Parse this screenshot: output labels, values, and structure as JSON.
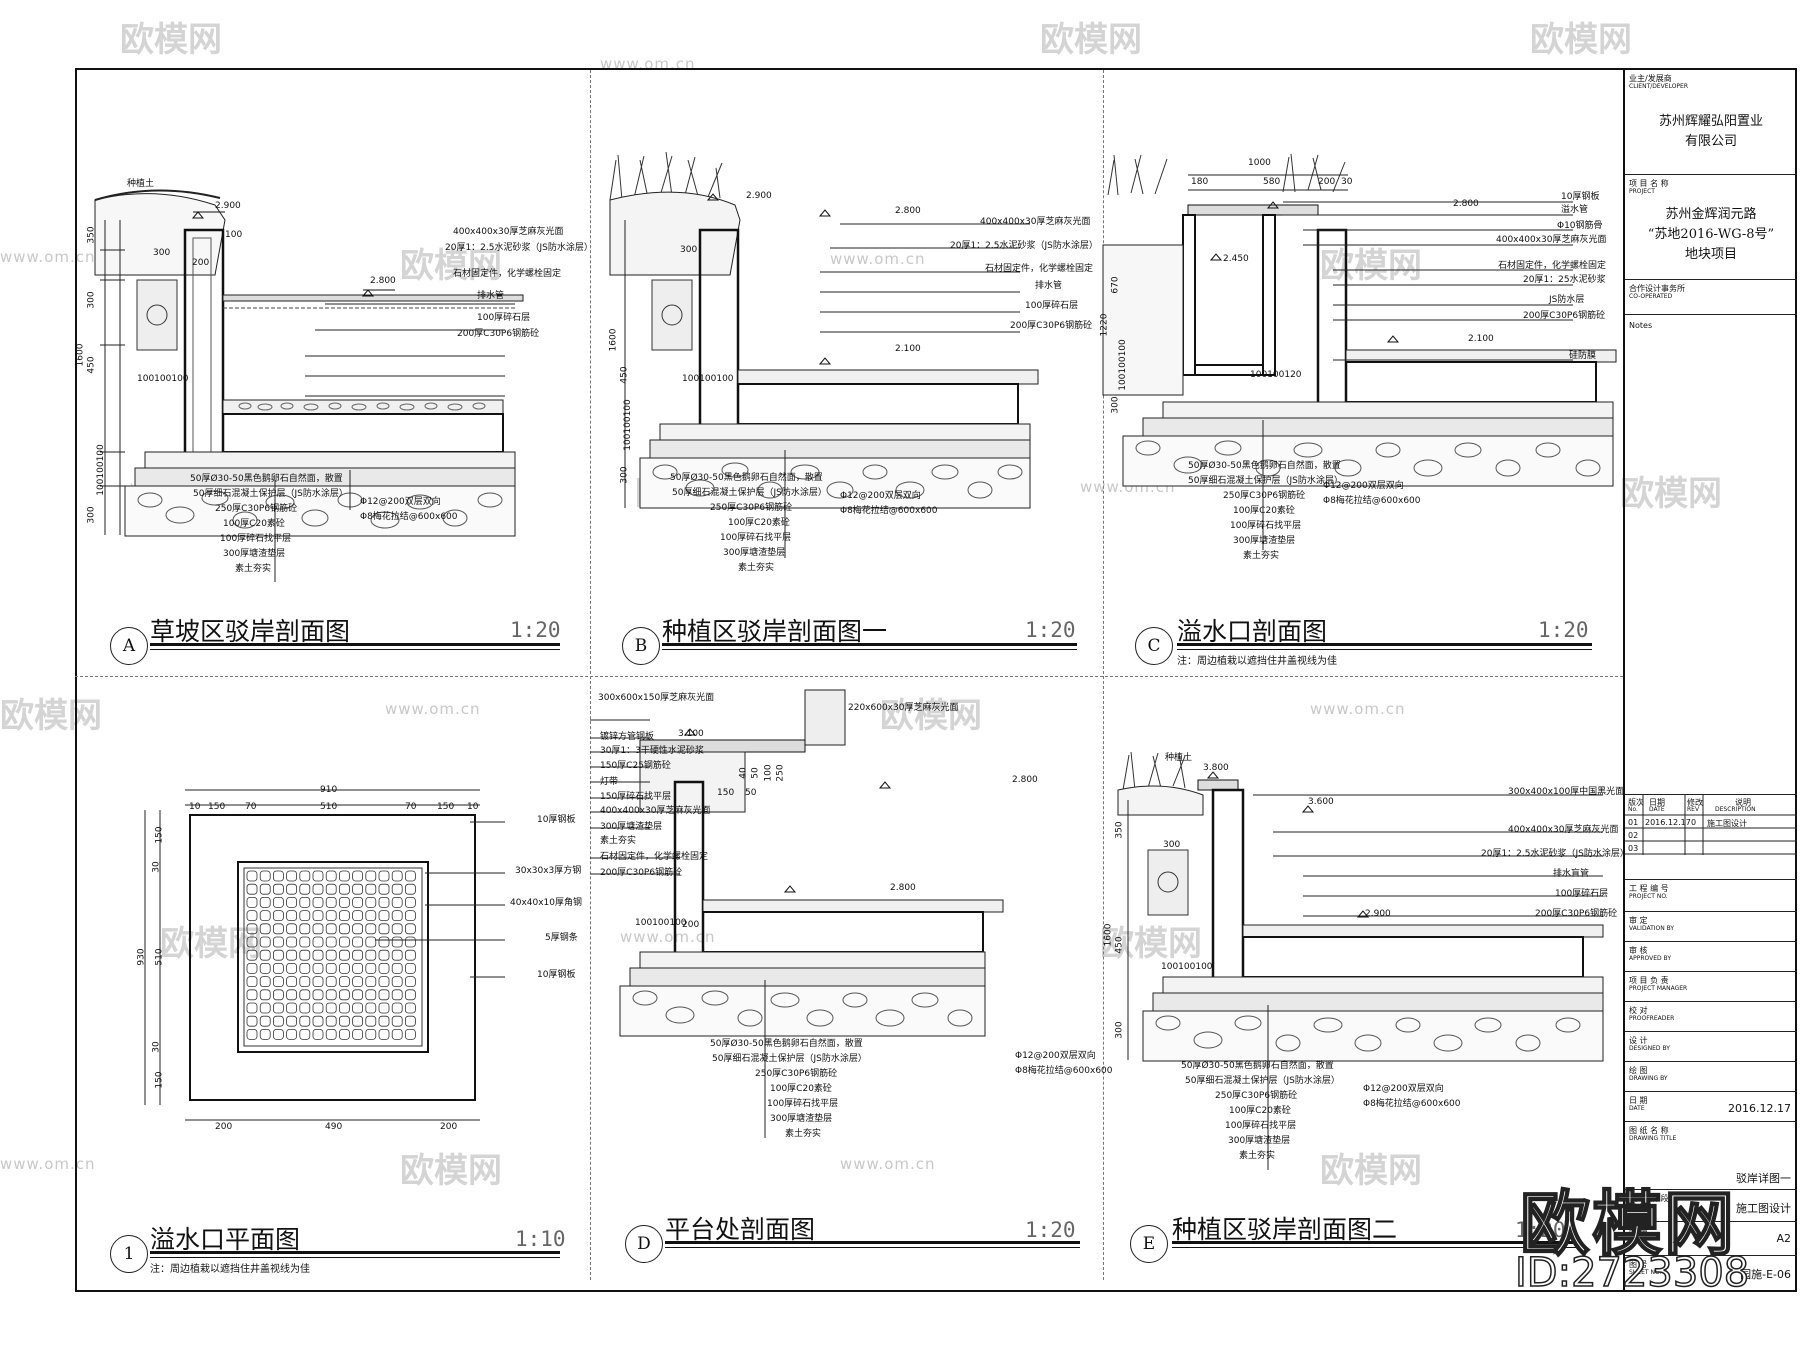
{
  "watermark": {
    "logo": "欧模网",
    "site": "www.om.cn"
  },
  "views": [
    {
      "id": "A",
      "title": "草坡区驳岸剖面图",
      "scale": "1:20",
      "note": ""
    },
    {
      "id": "B",
      "title": "种植区驳岸剖面图一",
      "scale": "1:20",
      "note": ""
    },
    {
      "id": "C",
      "title": "溢水口剖面图",
      "scale": "1:20",
      "note": "注：周边植栽以遮挡住井盖视线为佳"
    },
    {
      "id": "1",
      "title": "溢水口平面图",
      "scale": "1:10",
      "note": "注：周边植栽以遮挡住井盖视线为佳"
    },
    {
      "id": "D",
      "title": "平台处剖面图",
      "scale": "1:20",
      "note": ""
    },
    {
      "id": "E",
      "title": "种植区驳岸剖面图二",
      "scale": "1:20",
      "note": ""
    }
  ],
  "sectionA": {
    "top_label": "种植土",
    "elevations": [
      "2.900",
      "2.800"
    ],
    "dims_left": [
      "350",
      "300",
      "450",
      "1600",
      "100100100",
      "300"
    ],
    "dims_inner": [
      "300",
      "200",
      "100"
    ],
    "bottom_dim": "100100100",
    "labels_right": [
      "400x400x30厚芝麻灰光面",
      "20厚1：2.5水泥砂浆（JS防水涂层）",
      "石材固定件，化学螺栓固定",
      "排水管",
      "100厚碎石层",
      "200厚C30P6钢筋砼"
    ],
    "labels_bottom": [
      "50厚Ø30-50黑色鹅卵石自然面，散置",
      "50厚细石混凝土保护层（JS防水涂层）",
      "250厚C30P6钢筋砼",
      "100厚C20素砼",
      "100厚碎石找平层",
      "300厚塘渣垫层",
      "素土夯实"
    ],
    "rebar": [
      "Φ12@200双层双向",
      "Φ8梅花拉结@600x600"
    ]
  },
  "sectionB": {
    "elevations": [
      "2.900",
      "2.800",
      "2.100"
    ],
    "dims_left": [
      "300",
      "1600",
      "450",
      "300",
      "100100100"
    ],
    "bottom_dim": "100100100",
    "labels_right": [
      "400x400x30厚芝麻灰光面",
      "20厚1：2.5水泥砂浆（JS防水涂层）",
      "石材固定件，化学螺栓固定",
      "排水管",
      "100厚碎石层",
      "200厚C30P6钢筋砼"
    ],
    "labels_bottom": [
      "50厚Ø30-50黑色鹅卵石自然面，散置",
      "50厚细石混凝土保护层（JS防水涂层）",
      "250厚C30P6钢筋砼",
      "100厚C20素砼",
      "100厚碎石找平层",
      "300厚塘渣垫层",
      "素土夯实"
    ],
    "rebar": [
      "Φ12@200双层双向",
      "Φ8梅花拉结@600x600"
    ]
  },
  "sectionC": {
    "top_dims": [
      "1000",
      "180",
      "580",
      "200",
      "30"
    ],
    "elevations": [
      "2.800",
      "2.450",
      "2.100"
    ],
    "dims_left": [
      "670",
      "1220",
      "100100100",
      "300"
    ],
    "bottom_dim": "100100120",
    "labels_right": [
      "10厚钢板",
      "溢水管",
      "Φ10钢筋骨",
      "400x400x30厚芝麻灰光面",
      "石材固定件，化学螺栓固定",
      "20厚1：25水泥砂浆",
      "JS防水层",
      "200厚C30P6钢筋砼",
      "硅防膜"
    ],
    "labels_bottom": [
      "50厚Ø30-50黑色鹅卵石自然面，散置",
      "50厚细石混凝土保护层（JS防水涂层）",
      "250厚C30P6钢筋砼",
      "100厚C20素砼",
      "100厚碎石找平层",
      "300厚塘渣垫层",
      "素土夯实"
    ],
    "rebar": [
      "Φ12@200双层双向",
      "Φ8梅花拉结@600x600"
    ]
  },
  "plan1": {
    "top_total": "910",
    "top_parts": [
      "10",
      "150",
      "70",
      "510",
      "70",
      "150",
      "10"
    ],
    "left_total": "930",
    "left_parts": [
      "150",
      "30",
      "510",
      "30",
      "150"
    ],
    "bottom_parts": [
      "200",
      "490",
      "200"
    ],
    "labels_right": [
      "10厚钢板",
      "30x30x3厚方钢",
      "40x40x10厚角钢",
      "5厚钢条",
      "10厚钢板"
    ]
  },
  "sectionD": {
    "labels_top": [
      "300x600x150厚芝麻灰光面",
      "220x600x30厚芝麻灰光面"
    ],
    "labels_left": [
      "镀锌方管钢板",
      "30厚1：3干硬性水泥砂浆",
      "150厚C25钢筋砼",
      "灯带",
      "150厚碎石找平层",
      "400x400x30厚芝麻灰光面",
      "300厚塘渣垫层",
      "素土夯实",
      "石材固定件，化学螺栓固定",
      "200厚C30P6钢筋砼"
    ],
    "elevations": [
      "3.100",
      "2.800",
      "2.800"
    ],
    "dims": [
      "40",
      "50",
      "100",
      "250",
      "150",
      "50",
      "100100100",
      "200"
    ],
    "labels_bottom": [
      "50厚Ø30-50黑色鹅卵石自然面，散置",
      "50厚细石混凝土保护层（JS防水涂层）",
      "250厚C30P6钢筋砼",
      "100厚C20素砼",
      "100厚碎石找平层",
      "300厚塘渣垫层",
      "素土夯实"
    ],
    "rebar": [
      "Φ12@200双层双向",
      "Φ8梅花拉结@600x600"
    ]
  },
  "sectionE": {
    "top_label": "种植土",
    "elevations": [
      "3.800",
      "3.600",
      "2.900"
    ],
    "dims_left": [
      "350",
      "300",
      "1600",
      "450",
      "100100100",
      "300"
    ],
    "labels_right": [
      "300x400x100厚中国黑光面",
      "400x400x30厚芝麻灰光面",
      "20厚1：2.5水泥砂浆（JS防水涂层）",
      "排水盲管",
      "100厚碎石层",
      "200厚C30P6钢筋砼"
    ],
    "labels_bottom": [
      "50厚Ø30-50黑色鹅卵石自然面，散置",
      "50厚细石混凝土保护层（JS防水涂层）",
      "250厚C30P6钢筋砼",
      "100厚C20素砼",
      "100厚碎石找平层",
      "300厚塘渣垫层",
      "素土夯实"
    ],
    "rebar": [
      "Φ12@200双层双向",
      "Φ8梅花拉结@600x600"
    ]
  },
  "title_block": {
    "client_label": "业主/发展商",
    "client_en": "CLIENT/DEVELOPER",
    "client_name": [
      "苏州辉耀弘阳置业",
      "有限公司"
    ],
    "project_label": "项 目 名 称",
    "project_en": "PROJECT",
    "project_name": [
      "苏州金辉润元路",
      "“苏地2016-WG-8号”",
      "地块项目"
    ],
    "coop_label": "合作设计事务所",
    "coop_en": "CO-OPERATED",
    "notes_label": "Notes",
    "rev_headers": [
      "版次",
      "日期",
      "修改",
      "说明"
    ],
    "rev_headers_en": [
      "No.",
      "DATE",
      "REV",
      "DESCRIPTION"
    ],
    "revs": [
      [
        "01",
        "2016.12.17",
        "0",
        "施工图设计"
      ],
      [
        "02",
        "",
        "",
        ""
      ],
      [
        "03",
        "",
        "",
        ""
      ]
    ],
    "rows": [
      {
        "label": "工 程 编 号",
        "en": "PROJECT NO.",
        "value": ""
      },
      {
        "label": "审     定",
        "en": "VALIDATION BY",
        "value": ""
      },
      {
        "label": "审     核",
        "en": "APPROVED BY",
        "value": ""
      },
      {
        "label": "项 目 负 责",
        "en": "PROJECT MANAGER",
        "value": ""
      },
      {
        "label": "校     对",
        "en": "PROOFREADER",
        "value": ""
      },
      {
        "label": "设     计",
        "en": "DESIGNED BY",
        "value": ""
      },
      {
        "label": "绘     图",
        "en": "DRAWING BY",
        "value": ""
      },
      {
        "label": "日     期",
        "en": "DATE",
        "value": "2016.12.17"
      },
      {
        "label": "图 纸 名 称",
        "en": "DRAWING TITLE",
        "value": "驳岸详图一"
      },
      {
        "label": "设 计 阶 段",
        "en": "STATUS",
        "value": "施工图设计"
      },
      {
        "label": "图     幅",
        "en": "SIZE",
        "value": "A2"
      },
      {
        "label": "图     号",
        "en": "SHEET NO.",
        "value": "园施-E-06"
      }
    ]
  },
  "id_watermark": {
    "logo": "欧模网",
    "id": "ID:2723308"
  }
}
